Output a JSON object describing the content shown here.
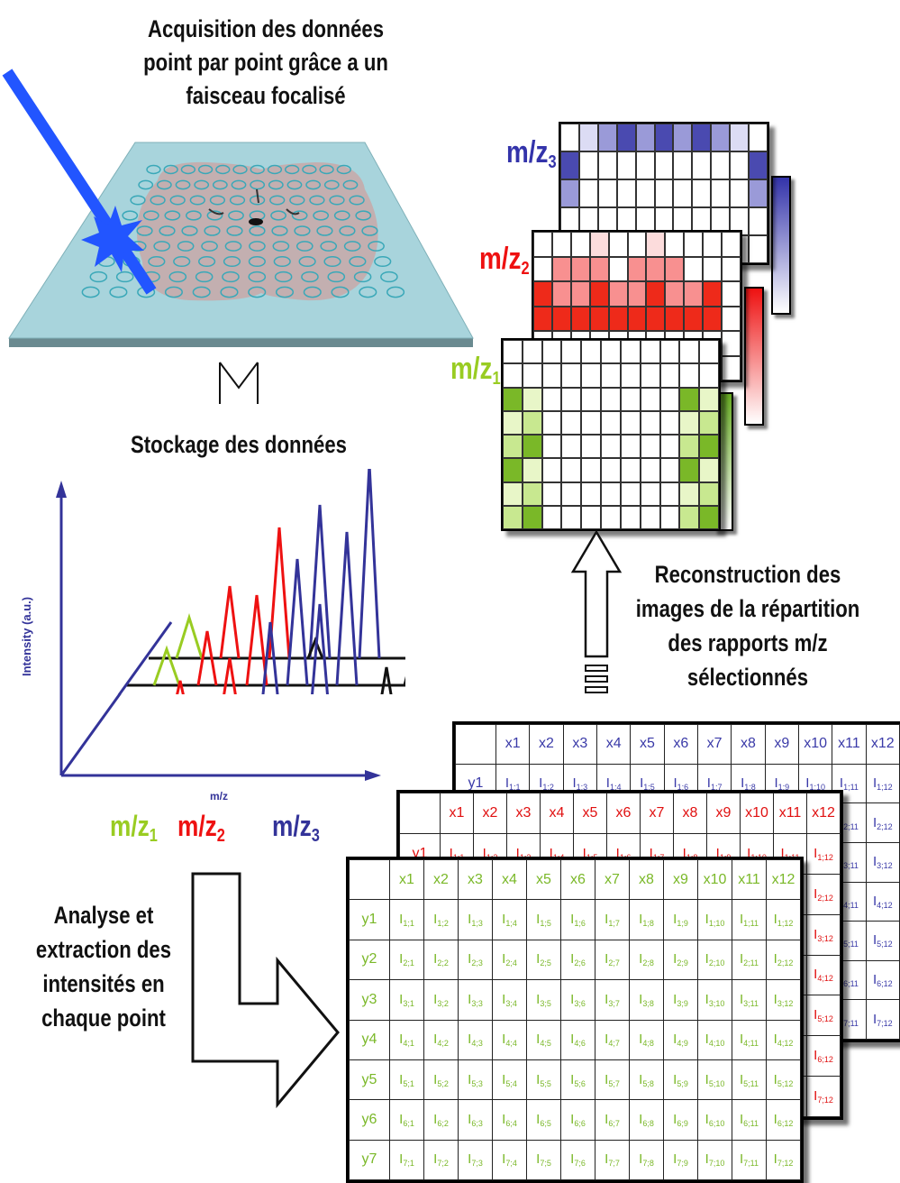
{
  "captions": {
    "acquisition": [
      "Acquisition des données",
      "point par point grâce a un",
      "faisceau focalisé"
    ],
    "storage": "Stockage des données",
    "reconstruction": [
      "Reconstruction des",
      "images de la répartition",
      "des rapports m/z",
      "sélectionnés"
    ],
    "analysis": [
      "Analyse et",
      "extraction des",
      "intensités en",
      "chaque point"
    ]
  },
  "spectrum": {
    "ylabel": "Intensity (a.u.)",
    "xlabel": "m/z",
    "peaks": [
      {
        "label": "m/z",
        "sub": "1",
        "color": "#99cc22"
      },
      {
        "label": "m/z",
        "sub": "2",
        "color": "#ee1111"
      },
      {
        "label": "m/z",
        "sub": "3",
        "color": "#333399"
      }
    ]
  },
  "images": [
    {
      "label": "m/z",
      "sub": "3",
      "color": "#3333aa"
    },
    {
      "label": "m/z",
      "sub": "2",
      "color": "#ee1111"
    },
    {
      "label": "m/z",
      "sub": "1",
      "color": "#99cc22"
    }
  ],
  "tables": {
    "columns": [
      "x1",
      "x2",
      "x3",
      "x4",
      "x5",
      "x6",
      "x7",
      "x8",
      "x9",
      "x10",
      "x11",
      "x12"
    ],
    "rows": [
      "y1",
      "y2",
      "y3",
      "y4",
      "y5",
      "y6",
      "y7"
    ],
    "cell_prefix": "I"
  },
  "colors": {
    "beam": "#2255ff",
    "slide": "#a8d4dc",
    "blue": "#333399",
    "red": "#ee1111",
    "green": "#99cc22"
  }
}
